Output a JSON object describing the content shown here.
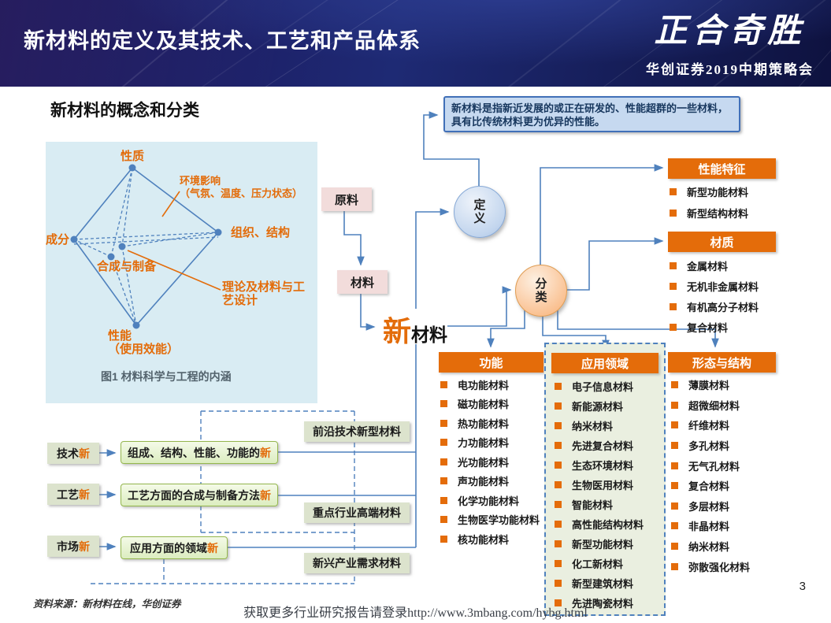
{
  "header": {
    "title": "新材料的定义及其技术、工艺和产品体系",
    "logo_text": "正合奇胜",
    "logo_subtitle": "华创证券2019中期策略会"
  },
  "concept": {
    "heading": "新材料的概念和分类",
    "diagram": {
      "node_top": "性质",
      "node_left": "成分",
      "node_right": "组织、结构",
      "node_center": "合成与制备",
      "node_bottom_line1": "性能",
      "node_bottom_line2": "（使用效能）",
      "env_line1": "环境影响",
      "env_line2": "（气氛、温度、压力状态）",
      "theory_line1": "理论及材料与工",
      "theory_line2": "艺设计",
      "caption": "图1 材料科学与工程的内涵"
    }
  },
  "flow": {
    "raw_box": "原料",
    "material_box": "材料",
    "new_char": "新",
    "new_suffix": "材料",
    "definition_node": "定义",
    "classification_node": "分类",
    "definition_line1": "新材料是指新近发展的或正在研发的、性能超群的一些材料，",
    "definition_line2": "具有比传统材料更为优异的性能。"
  },
  "categories": [
    {
      "title": "性能特征",
      "items": [
        "新型功能材料",
        "新型结构材料"
      ]
    },
    {
      "title": "材质",
      "items": [
        "金属材料",
        "无机非金属材料",
        "有机高分子材料",
        "复合材料"
      ]
    },
    {
      "title": "功能",
      "items": [
        "电功能材料",
        "磁功能材料",
        "热功能材料",
        "力功能材料",
        "光功能材料",
        "声功能材料",
        "化学功能材料",
        "生物医学功能材料",
        "核功能材料"
      ]
    },
    {
      "title": "应用领域",
      "items": [
        "电子信息材料",
        "新能源材料",
        "纳米材料",
        "先进复合材料",
        "生态环境材料",
        "生物医用材料",
        "智能材料",
        "高性能结构材料",
        "新型功能材料",
        "化工新材料",
        "新型建筑材料",
        "先进陶瓷材料"
      ]
    },
    {
      "title": "形态与结构",
      "items": [
        "薄膜材料",
        "超微细材料",
        "纤维材料",
        "多孔材料",
        "无气孔材料",
        "复合材料",
        "多层材料",
        "非晶材料",
        "纳米材料",
        "弥散强化材料"
      ]
    }
  ],
  "new_flow": {
    "rows": [
      {
        "label_prefix": "技术",
        "label_new": "新",
        "desc_prefix": "组成、结构、性能、功能的",
        "desc_new": "新"
      },
      {
        "label_prefix": "工艺",
        "label_new": "新",
        "desc_prefix": "工艺方面的合成与制备方法",
        "desc_new": "新"
      },
      {
        "label_prefix": "市场",
        "label_new": "新",
        "desc_prefix": "应用方面的领域",
        "desc_new": "新"
      }
    ],
    "results": [
      "前沿技术新型材料",
      "重点行业高端材料",
      "新兴产业需求材料"
    ]
  },
  "footer": {
    "source": "资料来源：新材料在线，华创证券",
    "watermark": "获取更多行业研究报告请登录http://www.3mbang.com/hybg.html",
    "page_number": "3"
  },
  "colors": {
    "accent_orange": "#E46C0A",
    "connector_blue": "#4F81BD",
    "header_navy": "#1B1156",
    "diagram_bg": "#D9ECF3",
    "pink_box": "#F2DCDB",
    "definition_box": "#C6D9F0",
    "green_box_border": "#94B64D",
    "sage_box": "#DCE3CD",
    "app_column_bg": "#EAEFE0"
  }
}
